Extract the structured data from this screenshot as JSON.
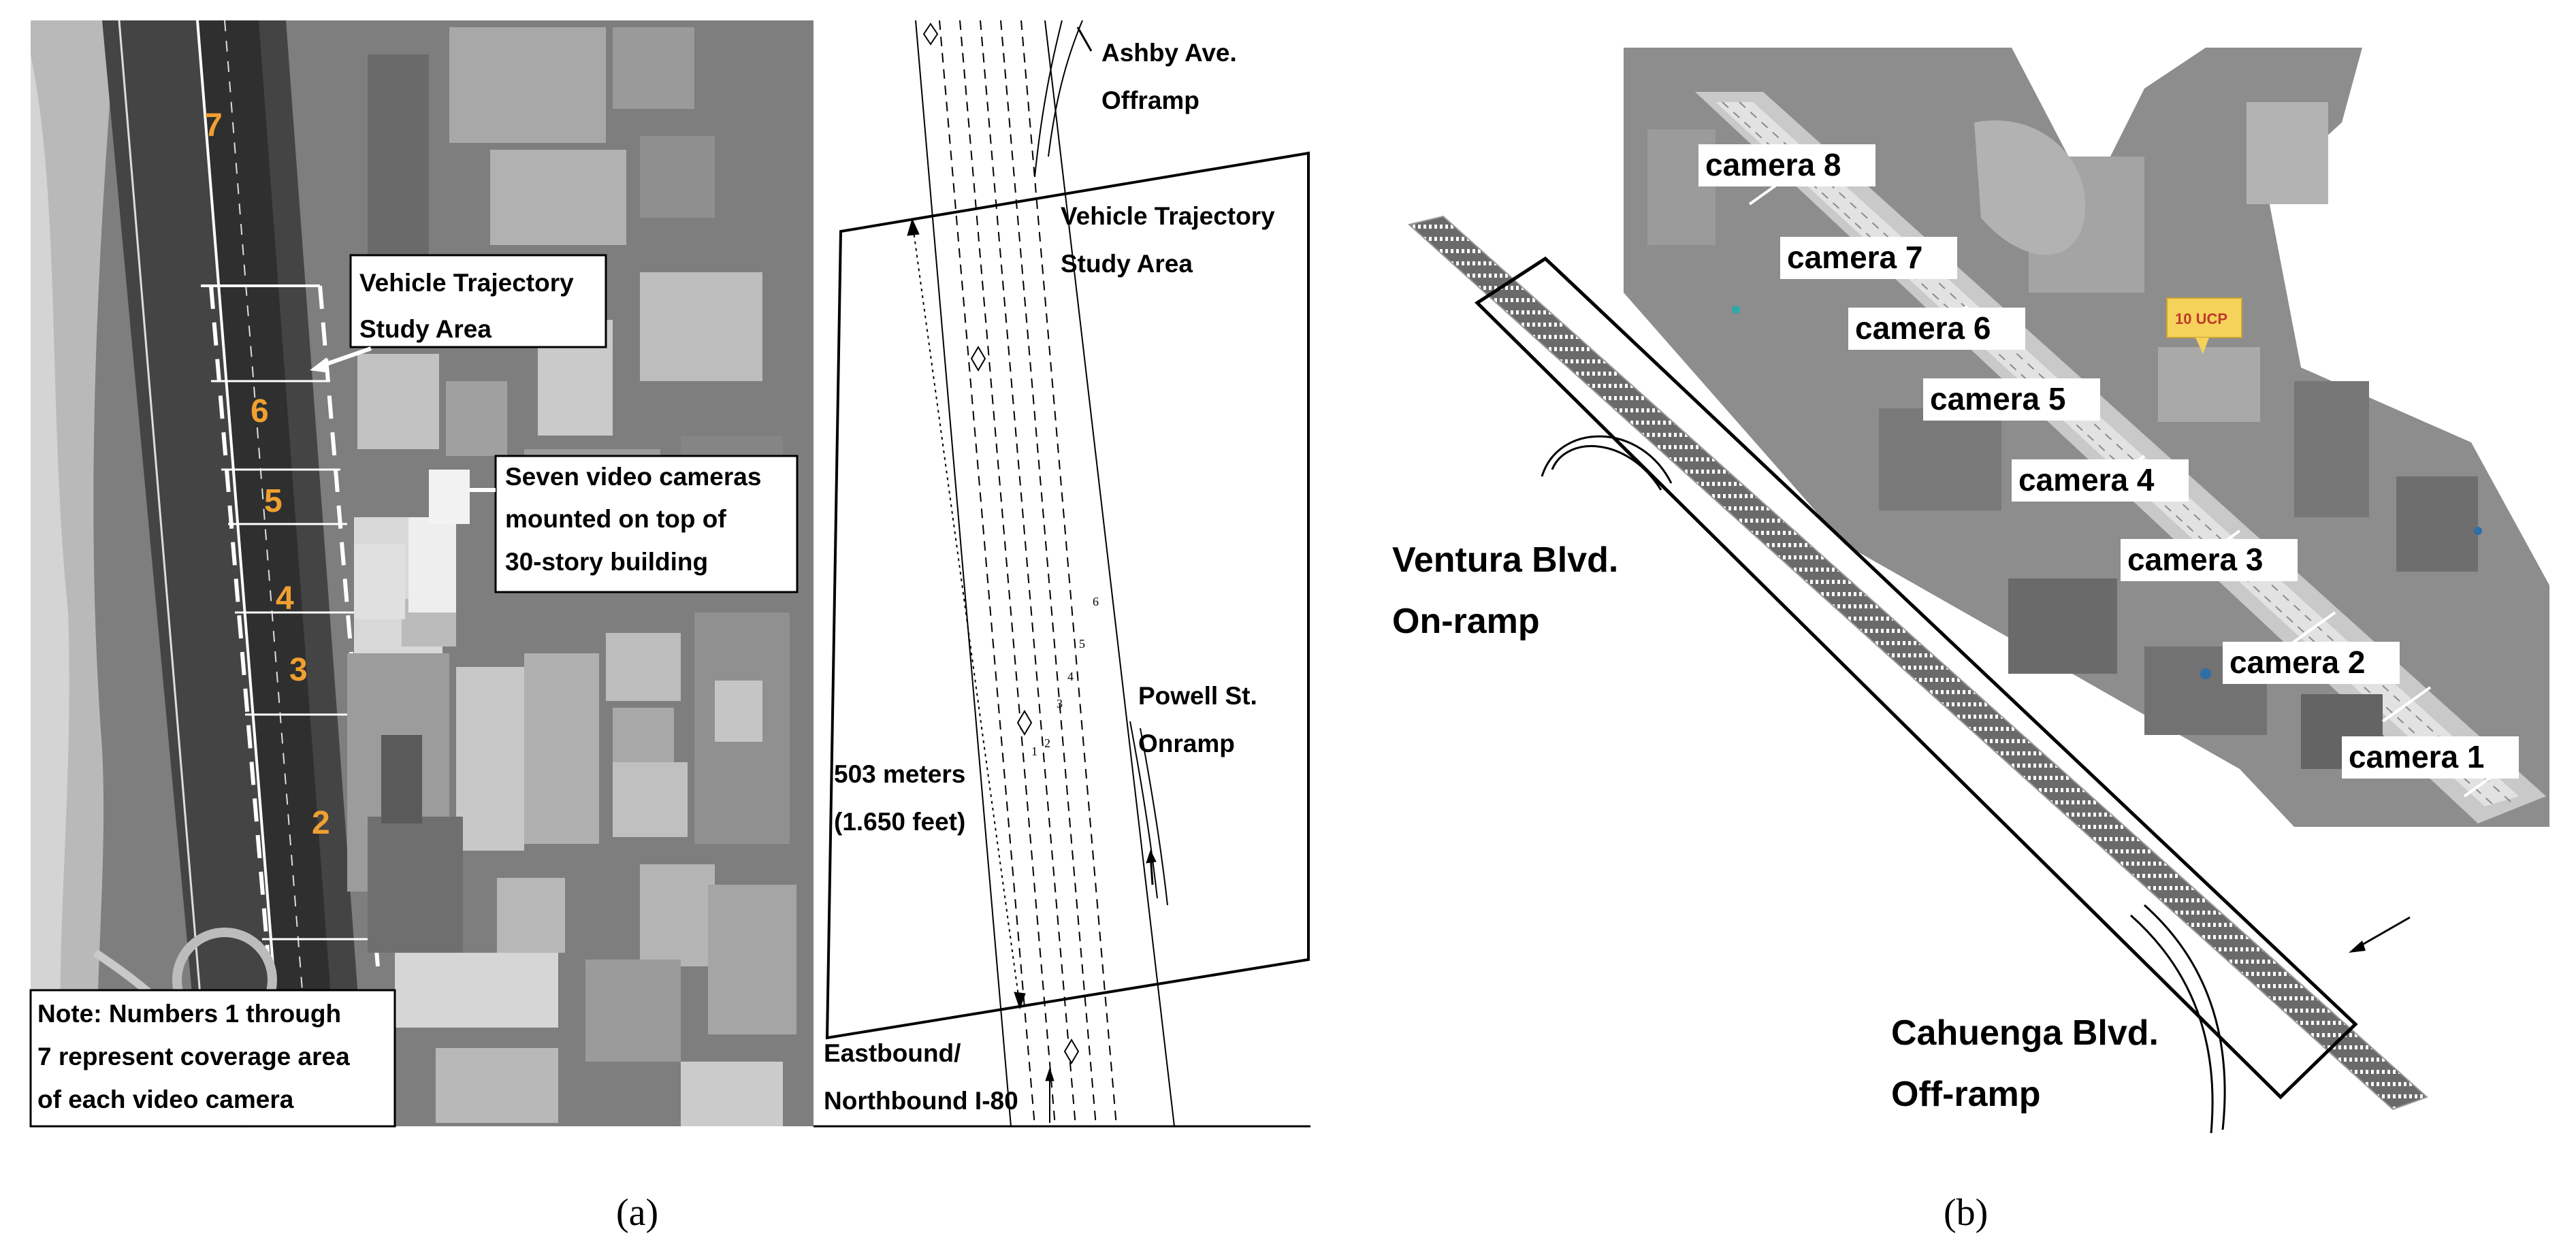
{
  "panel_a": {
    "camera_zone_numbers": [
      "7",
      "6",
      "5",
      "4",
      "3",
      "2"
    ],
    "label_study_area": [
      "Vehicle Trajectory",
      "Study Area"
    ],
    "label_cameras": [
      "Seven video cameras",
      "mounted on top of",
      "30-story building"
    ],
    "note": [
      "Note: Numbers 1 through",
      "7 represent coverage area",
      "of each video camera"
    ],
    "schematic": {
      "ashby": [
        "Ashby Ave.",
        "Offramp"
      ],
      "study_area": [
        "Vehicle Trajectory",
        "Study Area"
      ],
      "powell": [
        "Powell St.",
        "Onramp"
      ],
      "length": [
        "503 meters",
        "(1.650 feet)"
      ],
      "freeway": [
        "Eastbound/",
        "Northbound I-80"
      ],
      "zone_marks": [
        "1",
        "2",
        "3",
        "4",
        "5",
        "6"
      ]
    },
    "caption": "(a)"
  },
  "panel_b": {
    "cameras": [
      "camera 8",
      "camera 7",
      "camera 6",
      "camera 5",
      "camera 4",
      "camera 3",
      "camera 2",
      "camera 1"
    ],
    "landmark_tag": "10 UCP",
    "ventura": [
      "Ventura Blvd.",
      "On-ramp"
    ],
    "cahuenga": [
      "Cahuenga Blvd.",
      "Off-ramp"
    ],
    "caption": "(b)"
  },
  "colors": {
    "zone_number": "#f0a030",
    "aerial_dark": "#3c3c3c",
    "aerial_mid": "#8a8a8a",
    "landmark_tag_bg": "#f5d35a",
    "landmark_tag_text": "#c0392b"
  }
}
